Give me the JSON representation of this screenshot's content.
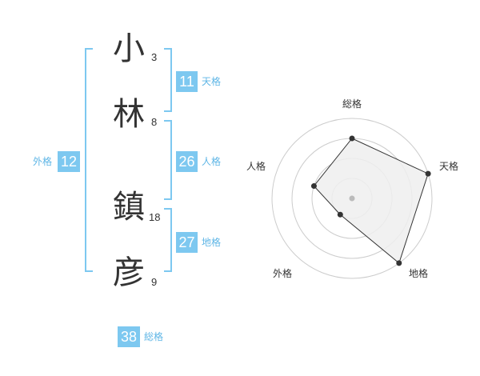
{
  "name": {
    "characters": [
      {
        "char": "小",
        "strokes": "3"
      },
      {
        "char": "林",
        "strokes": "8"
      },
      {
        "char": "鎮",
        "strokes": "18"
      },
      {
        "char": "彦",
        "strokes": "9"
      }
    ]
  },
  "kaku": {
    "tenkaku": {
      "value": "11",
      "label": "天格"
    },
    "jinkaku": {
      "value": "26",
      "label": "人格"
    },
    "chikaku": {
      "value": "27",
      "label": "地格"
    },
    "gaikaku": {
      "value": "12",
      "label": "外格"
    },
    "soukaku": {
      "value": "38",
      "label": "総格"
    }
  },
  "radar": {
    "axes": [
      "総格",
      "天格",
      "地格",
      "外格",
      "人格"
    ],
    "levels": 4,
    "scores": [
      3,
      4,
      4,
      1,
      2
    ],
    "max": 4,
    "colors": {
      "grid": "#cccccc",
      "fill": "#eeeeee",
      "line": "#333333",
      "center": "#bbbbbb"
    }
  },
  "colors": {
    "accent": "#7dc8f0",
    "accent_text": "#5fb6e6",
    "text": "#333333"
  }
}
